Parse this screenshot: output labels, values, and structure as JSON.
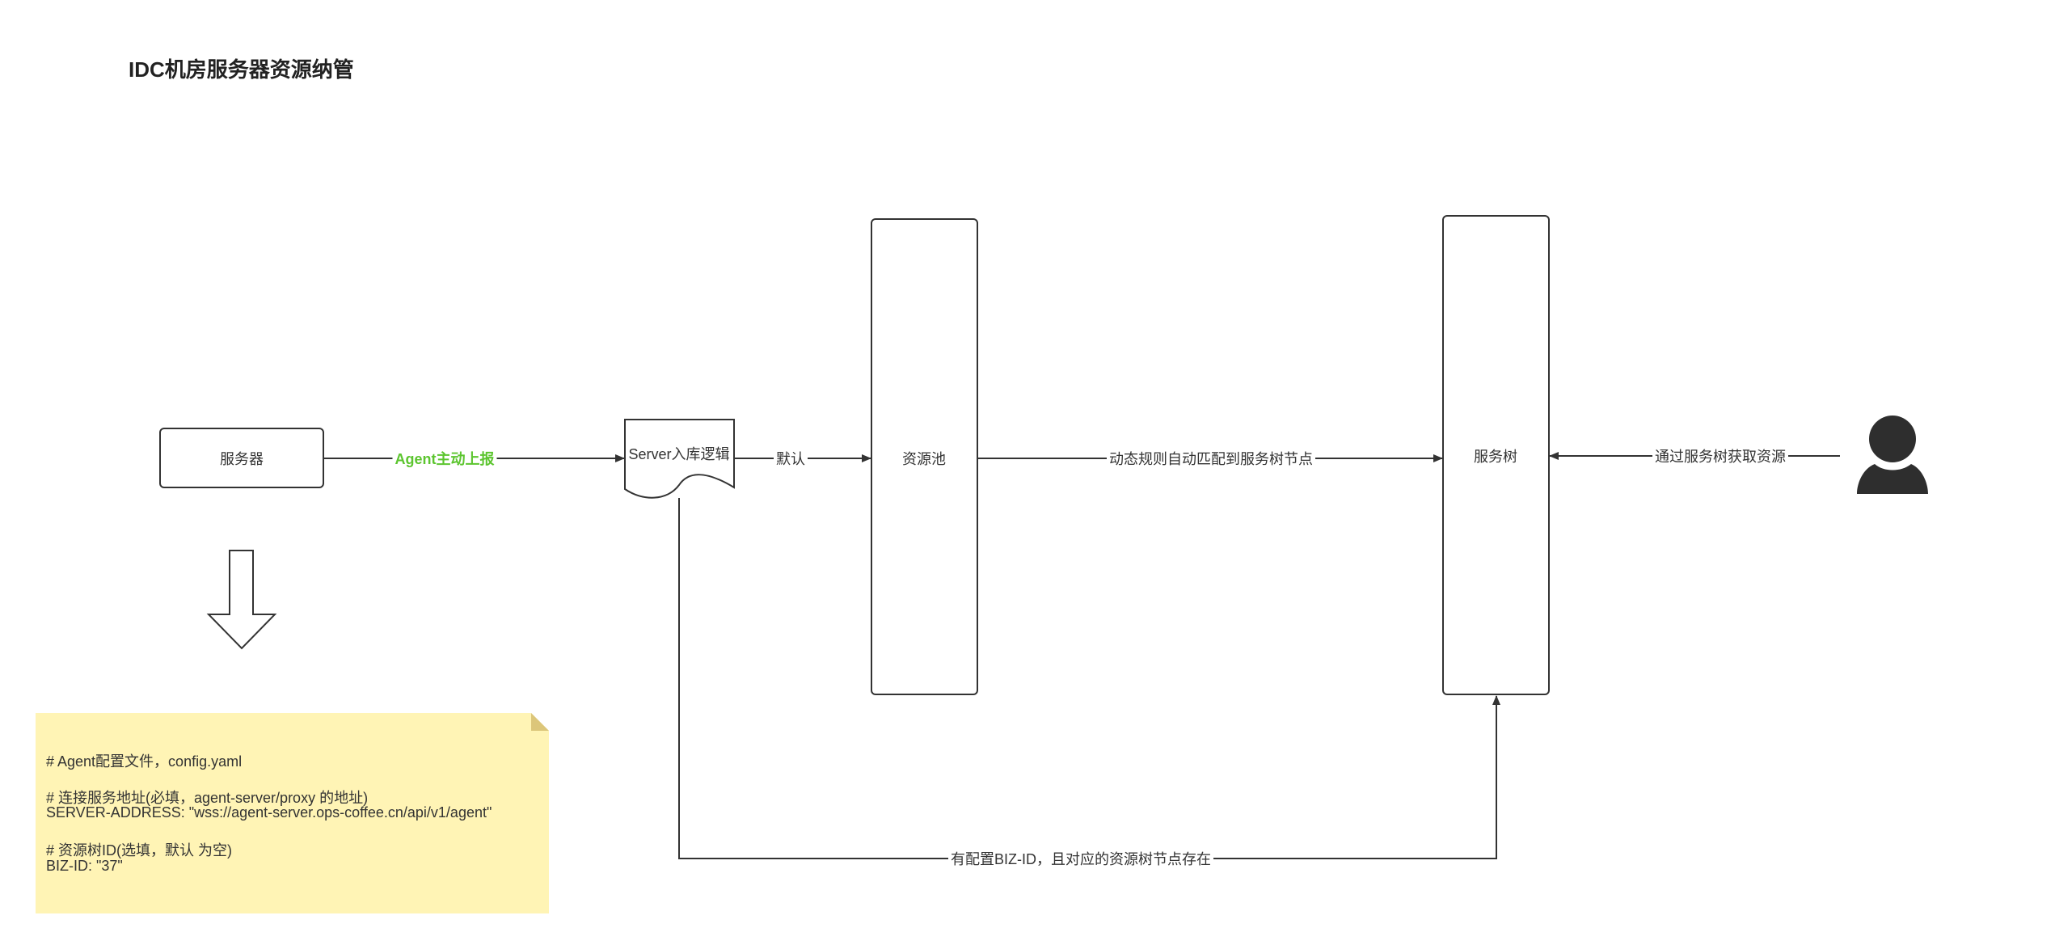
{
  "title": "IDC机房服务器资源纳管",
  "nodes": {
    "server": "服务器",
    "ingest_logic": "Server入库逻辑",
    "resource_pool": "资源池",
    "service_tree": "服务树"
  },
  "edges": {
    "agent_report": "Agent主动上报",
    "default": "默认",
    "dynamic_rule": "动态规则自动匹配到服务树节点",
    "fetch_via_tree": "通过服务树获取资源",
    "biz_id_exists": "有配置BIZ-ID，且对应的资源树节点存在"
  },
  "note": {
    "lines": [
      "# Agent配置文件，config.yaml",
      "# 连接服务地址(必填，agent-server/proxy 的地址)",
      "SERVER-ADDRESS: \"wss://agent-server.ops-coffee.cn/api/v1/agent\"",
      "# 资源树ID(选填，默认 为空)",
      "BIZ-ID: \"37\""
    ]
  },
  "colors": {
    "agent_label": "#5cc52f",
    "note_bg": "#fff4b5",
    "stroke": "#333333"
  }
}
